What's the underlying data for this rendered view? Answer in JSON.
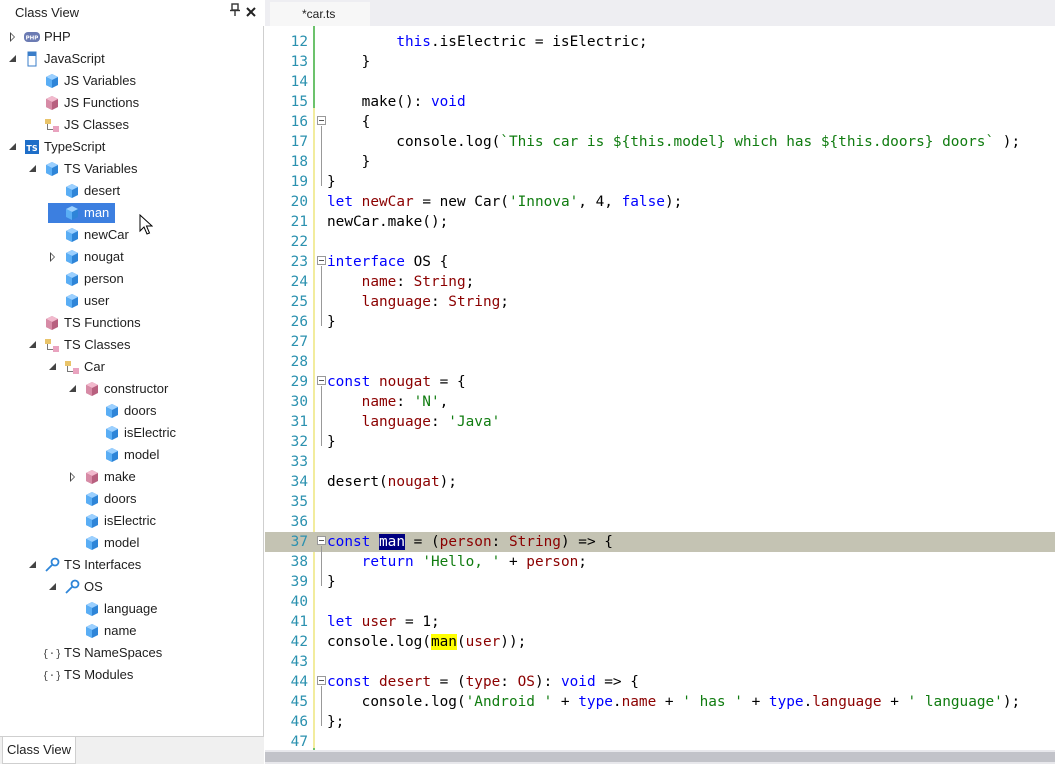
{
  "class_view": {
    "title": "Class View",
    "bottom_tab": "Class View",
    "tree": [
      {
        "label": "PHP",
        "depth": 0,
        "twisty": "collapsed",
        "icon": "php-icon"
      },
      {
        "label": "JavaScript",
        "depth": 0,
        "twisty": "expanded",
        "icon": "js-file-icon"
      },
      {
        "label": "JS Variables",
        "depth": 1,
        "twisty": "none",
        "icon": "variable-icon"
      },
      {
        "label": "JS Functions",
        "depth": 1,
        "twisty": "none",
        "icon": "function-icon"
      },
      {
        "label": "JS Classes",
        "depth": 1,
        "twisty": "none",
        "icon": "class-icon"
      },
      {
        "label": "TypeScript",
        "depth": 0,
        "twisty": "expanded",
        "icon": "ts-icon"
      },
      {
        "label": "TS Variables",
        "depth": 1,
        "twisty": "expanded",
        "icon": "variable-icon"
      },
      {
        "label": "desert",
        "depth": 2,
        "twisty": "none",
        "icon": "variable-icon"
      },
      {
        "label": "man",
        "depth": 2,
        "twisty": "none",
        "icon": "variable-icon",
        "selected": true
      },
      {
        "label": "newCar",
        "depth": 2,
        "twisty": "none",
        "icon": "variable-icon"
      },
      {
        "label": "nougat",
        "depth": 2,
        "twisty": "collapsed",
        "icon": "variable-icon"
      },
      {
        "label": "person",
        "depth": 2,
        "twisty": "none",
        "icon": "variable-icon"
      },
      {
        "label": "user",
        "depth": 2,
        "twisty": "none",
        "icon": "variable-icon"
      },
      {
        "label": "TS Functions",
        "depth": 1,
        "twisty": "none",
        "icon": "function-icon"
      },
      {
        "label": "TS Classes",
        "depth": 1,
        "twisty": "expanded",
        "icon": "class-icon"
      },
      {
        "label": "Car",
        "depth": 2,
        "twisty": "expanded",
        "icon": "class-icon"
      },
      {
        "label": "constructor",
        "depth": 3,
        "twisty": "expanded",
        "icon": "function-icon"
      },
      {
        "label": "doors",
        "depth": 4,
        "twisty": "none",
        "icon": "variable-icon"
      },
      {
        "label": "isElectric",
        "depth": 4,
        "twisty": "none",
        "icon": "variable-icon"
      },
      {
        "label": "model",
        "depth": 4,
        "twisty": "none",
        "icon": "variable-icon"
      },
      {
        "label": "make",
        "depth": 3,
        "twisty": "collapsed",
        "icon": "function-icon"
      },
      {
        "label": "doors",
        "depth": 3,
        "twisty": "none",
        "icon": "variable-icon"
      },
      {
        "label": "isElectric",
        "depth": 3,
        "twisty": "none",
        "icon": "variable-icon"
      },
      {
        "label": "model",
        "depth": 3,
        "twisty": "none",
        "icon": "variable-icon"
      },
      {
        "label": "TS Interfaces",
        "depth": 1,
        "twisty": "expanded",
        "icon": "interface-icon"
      },
      {
        "label": "OS",
        "depth": 2,
        "twisty": "expanded",
        "icon": "interface-icon"
      },
      {
        "label": "language",
        "depth": 3,
        "twisty": "none",
        "icon": "variable-icon"
      },
      {
        "label": "name",
        "depth": 3,
        "twisty": "none",
        "icon": "variable-icon"
      },
      {
        "label": "TS NameSpaces",
        "depth": 1,
        "twisty": "none",
        "icon": "namespace-icon"
      },
      {
        "label": "TS Modules",
        "depth": 1,
        "twisty": "none",
        "icon": "namespace-icon"
      }
    ]
  },
  "editor": {
    "tab_label": "*car.ts",
    "lines": [
      {
        "n": "12",
        "tokens": [
          [
            "        ",
            ""
          ],
          [
            "this",
            "kw"
          ],
          [
            ".isElectric = isElectric;",
            ""
          ]
        ]
      },
      {
        "n": "13",
        "tokens": [
          [
            "    }",
            ""
          ]
        ]
      },
      {
        "n": "14",
        "tokens": []
      },
      {
        "n": "15",
        "tokens": [
          [
            "    make(): ",
            ""
          ],
          [
            "void",
            "kw"
          ]
        ]
      },
      {
        "n": "16",
        "tokens": [
          [
            "    {",
            ""
          ]
        ],
        "fold": true
      },
      {
        "n": "17",
        "tokens": [
          [
            "        console.log(",
            ""
          ],
          [
            "`This car is ${this.model} which has ${this.doors} doors`",
            "strg"
          ],
          [
            " );",
            ""
          ]
        ]
      },
      {
        "n": "18",
        "tokens": [
          [
            "    }",
            ""
          ]
        ]
      },
      {
        "n": "19",
        "tokens": [
          [
            "}",
            ""
          ]
        ]
      },
      {
        "n": "20",
        "tokens": [
          [
            "let",
            "kw"
          ],
          [
            " ",
            ""
          ],
          [
            "newCar",
            "prop"
          ],
          [
            " = new Car(",
            ""
          ],
          [
            "'Innova'",
            "strg"
          ],
          [
            ", 4, ",
            ""
          ],
          [
            "false",
            "kw"
          ],
          [
            ");",
            ""
          ]
        ]
      },
      {
        "n": "21",
        "tokens": [
          [
            "newCar.make();",
            ""
          ]
        ]
      },
      {
        "n": "22",
        "tokens": []
      },
      {
        "n": "23",
        "tokens": [
          [
            "interface",
            "kw"
          ],
          [
            " OS {",
            ""
          ]
        ],
        "fold": true
      },
      {
        "n": "24",
        "tokens": [
          [
            "    ",
            ""
          ],
          [
            "name",
            "prop"
          ],
          [
            ": ",
            ""
          ],
          [
            "String",
            "prop"
          ],
          [
            ";",
            ""
          ]
        ]
      },
      {
        "n": "25",
        "tokens": [
          [
            "    ",
            ""
          ],
          [
            "language",
            "prop"
          ],
          [
            ": ",
            ""
          ],
          [
            "String",
            "prop"
          ],
          [
            ";",
            ""
          ]
        ]
      },
      {
        "n": "26",
        "tokens": [
          [
            "}",
            ""
          ]
        ]
      },
      {
        "n": "27",
        "tokens": []
      },
      {
        "n": "28",
        "tokens": []
      },
      {
        "n": "29",
        "tokens": [
          [
            "const",
            "kw"
          ],
          [
            " ",
            ""
          ],
          [
            "nougat",
            "prop"
          ],
          [
            " = {",
            ""
          ]
        ],
        "fold": true
      },
      {
        "n": "30",
        "tokens": [
          [
            "    ",
            ""
          ],
          [
            "name",
            "prop"
          ],
          [
            ": ",
            ""
          ],
          [
            "'N'",
            "strg"
          ],
          [
            ",",
            ""
          ]
        ]
      },
      {
        "n": "31",
        "tokens": [
          [
            "    ",
            ""
          ],
          [
            "language",
            "prop"
          ],
          [
            ": ",
            ""
          ],
          [
            "'Java'",
            "strg"
          ]
        ]
      },
      {
        "n": "32",
        "tokens": [
          [
            "}",
            ""
          ]
        ]
      },
      {
        "n": "33",
        "tokens": []
      },
      {
        "n": "34",
        "tokens": [
          [
            "desert(",
            ""
          ],
          [
            "nougat",
            "prop"
          ],
          [
            ");",
            ""
          ]
        ]
      },
      {
        "n": "35",
        "tokens": []
      },
      {
        "n": "36",
        "tokens": []
      },
      {
        "n": "37",
        "tokens": [
          [
            "const",
            "kw"
          ],
          [
            " ",
            ""
          ],
          [
            "man",
            "sel"
          ],
          [
            " = (",
            ""
          ],
          [
            "person",
            "prop"
          ],
          [
            ": ",
            ""
          ],
          [
            "String",
            "prop"
          ],
          [
            ") => {",
            ""
          ]
        ],
        "fold": true,
        "highlight": true
      },
      {
        "n": "38",
        "tokens": [
          [
            "    ",
            ""
          ],
          [
            "return",
            "kw"
          ],
          [
            " ",
            ""
          ],
          [
            "'Hello, '",
            "strg"
          ],
          [
            " + ",
            ""
          ],
          [
            "person",
            "prop"
          ],
          [
            ";",
            ""
          ]
        ]
      },
      {
        "n": "39",
        "tokens": [
          [
            "}",
            ""
          ]
        ]
      },
      {
        "n": "40",
        "tokens": []
      },
      {
        "n": "41",
        "tokens": [
          [
            "let",
            "kw"
          ],
          [
            " ",
            ""
          ],
          [
            "user",
            "prop"
          ],
          [
            " = 1;",
            ""
          ]
        ]
      },
      {
        "n": "42",
        "tokens": [
          [
            "console.log(",
            ""
          ],
          [
            "man",
            "mark"
          ],
          [
            "(",
            ""
          ],
          [
            "user",
            "prop"
          ],
          [
            "));",
            ""
          ]
        ]
      },
      {
        "n": "43",
        "tokens": []
      },
      {
        "n": "44",
        "tokens": [
          [
            "const",
            "kw"
          ],
          [
            " ",
            ""
          ],
          [
            "desert",
            "prop"
          ],
          [
            " = (",
            ""
          ],
          [
            "type",
            "prop"
          ],
          [
            ": ",
            ""
          ],
          [
            "OS",
            "prop"
          ],
          [
            "): ",
            ""
          ],
          [
            "void",
            "kw"
          ],
          [
            " => {",
            ""
          ]
        ],
        "fold": true
      },
      {
        "n": "45",
        "tokens": [
          [
            "    console.log(",
            ""
          ],
          [
            "'Android '",
            "strg"
          ],
          [
            " + ",
            ""
          ],
          [
            "type",
            "kw"
          ],
          [
            ".",
            ""
          ],
          [
            "name",
            "prop"
          ],
          [
            " + ",
            ""
          ],
          [
            "' has '",
            "strg"
          ],
          [
            " + ",
            ""
          ],
          [
            "type",
            "kw"
          ],
          [
            ".",
            ""
          ],
          [
            "language",
            "prop"
          ],
          [
            " + ",
            ""
          ],
          [
            "' language'",
            "strg"
          ],
          [
            ");",
            ""
          ]
        ]
      },
      {
        "n": "46",
        "tokens": [
          [
            "};",
            ""
          ]
        ]
      },
      {
        "n": "47",
        "tokens": []
      }
    ]
  }
}
